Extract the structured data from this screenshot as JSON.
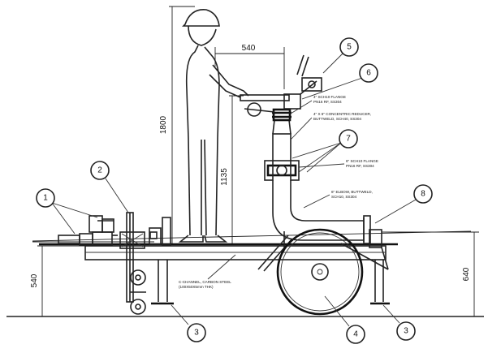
{
  "dimensions": {
    "reach": "540",
    "person_height": "1800",
    "handle_height": "1135",
    "deck_height_left": "540",
    "deck_height_right": "640"
  },
  "notes": {
    "top_flange": [
      "4\" SCH10 FLANGE",
      "PN16 RF, SS304"
    ],
    "concentric_reducer": [
      "4\" X 6\" CONCENTRIC REDUCER,",
      "BUTTWELD, SCH40, SS304"
    ],
    "mid_flange": [
      "6\" SCH10 FLANGE",
      "PN16 RF, SS304"
    ],
    "elbow": [
      "6\" ELBOW, BUTTWELD,",
      "SCH10, SS304"
    ],
    "channel": [
      "C-CHANNEL, CARBON STEEL",
      "(100X50X5mm THK)"
    ]
  },
  "callouts": [
    "1",
    "2",
    "3",
    "4",
    "3",
    "5",
    "6",
    "7",
    "8"
  ],
  "colors": {
    "line": "#222222",
    "background": "#ffffff"
  }
}
